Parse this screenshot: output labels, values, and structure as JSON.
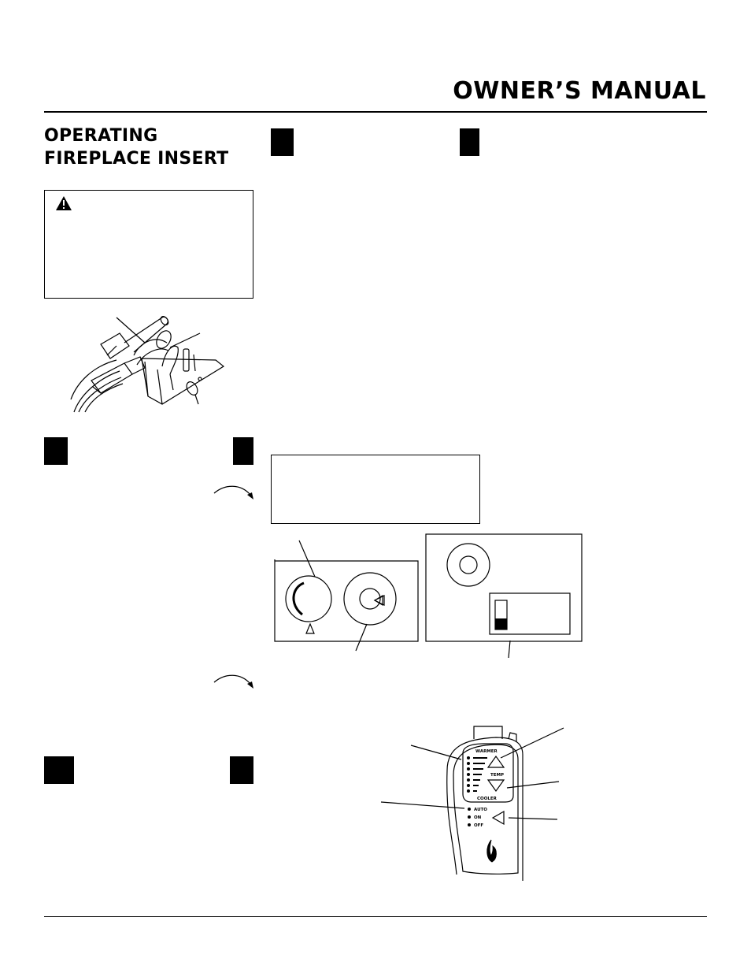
{
  "header": {
    "title": "OWNER’S MANUAL"
  },
  "section": {
    "heading_line1": "OPERATING",
    "heading_line2": "FIREPLACE INSERT"
  },
  "remote": {
    "warmer_label": "WARMER",
    "temp_label": "TEMP",
    "cooler_label": "COOLER",
    "mode_auto": "AUTO",
    "mode_on": "ON",
    "mode_off": "OFF"
  },
  "icons": {
    "warning": "warning-triangle-icon",
    "flame": "flame-icon",
    "rotate": "rotate-arrow-icon"
  }
}
